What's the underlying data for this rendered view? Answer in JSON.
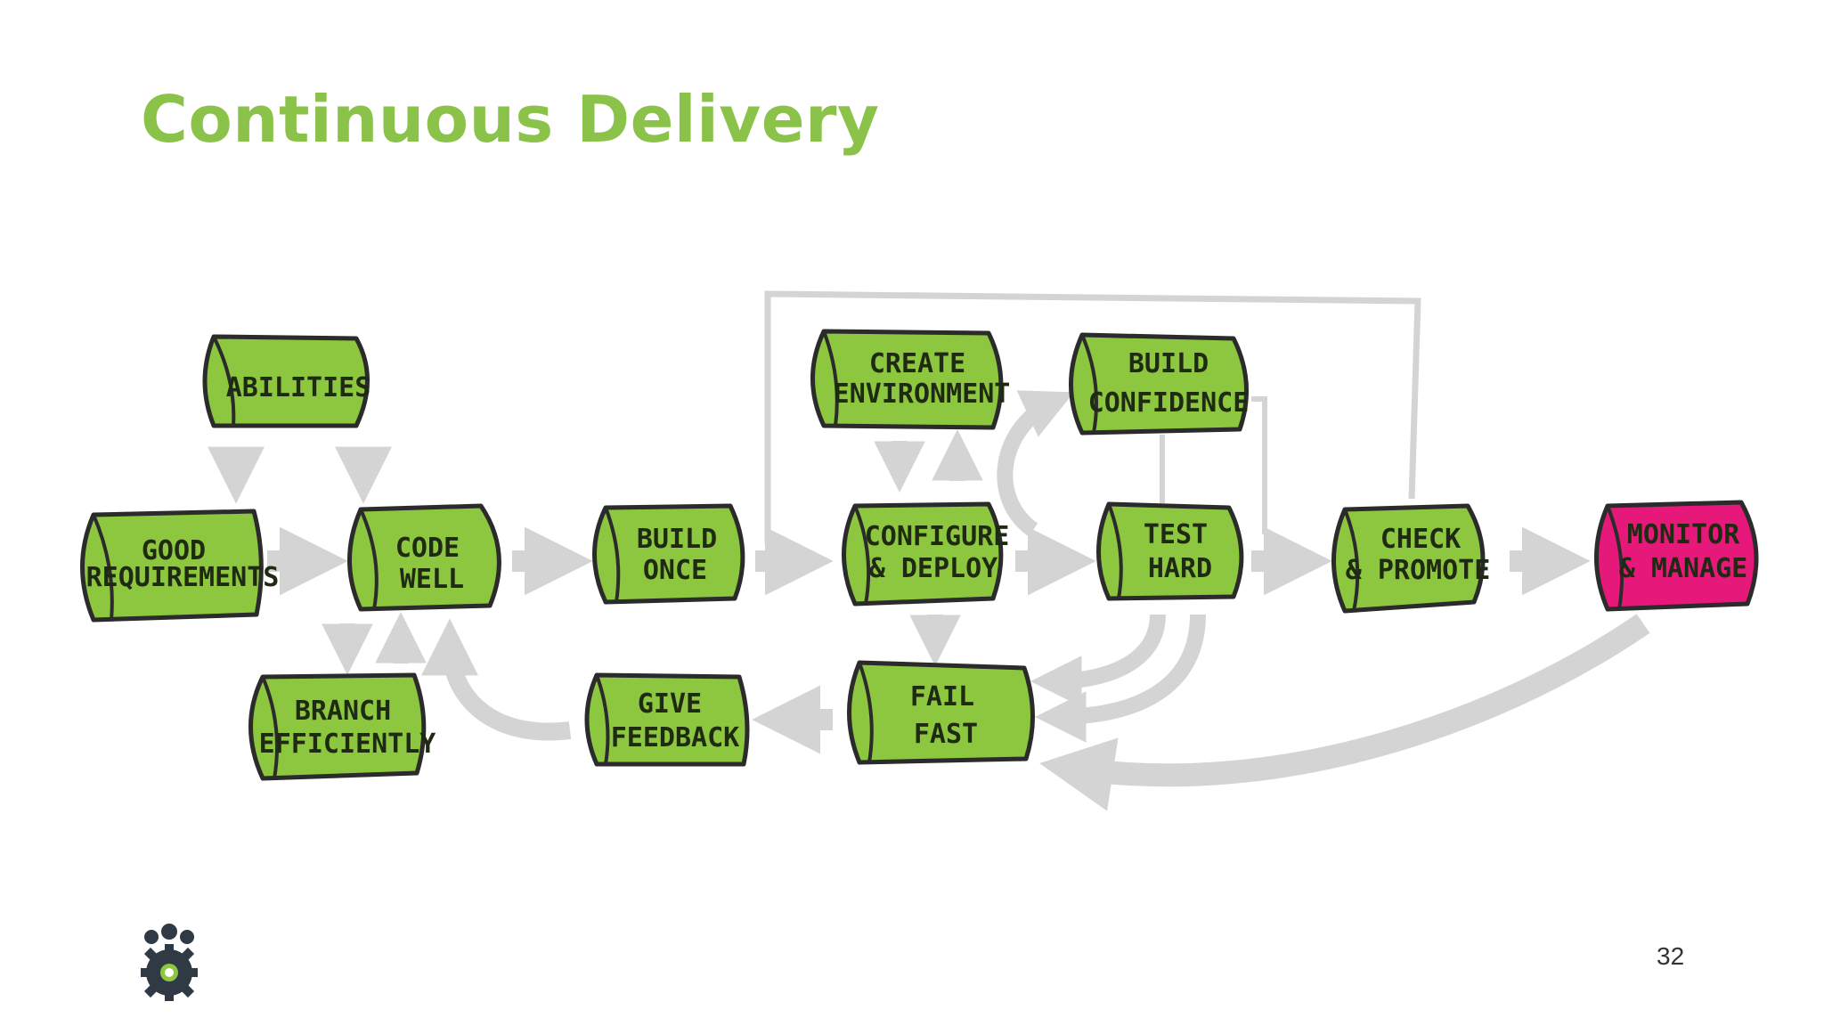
{
  "slide": {
    "title": "Continuous Delivery",
    "page_number": "32"
  },
  "colors": {
    "title": "#8bc34a",
    "node_fill": "#8dc63f",
    "node_highlight": "#e6197a",
    "node_stroke": "#2b2b2b",
    "arrow": "#d4d4d4"
  },
  "nodes": {
    "abilities": {
      "line1": "ABILITIES",
      "line2": ""
    },
    "good_requirements": {
      "line1": "GOOD",
      "line2": "REQUIREMENTS"
    },
    "code_well": {
      "line1": "CODE",
      "line2": "WELL"
    },
    "build_once": {
      "line1": "BUILD",
      "line2": "ONCE"
    },
    "create_environment": {
      "line1": "CREATE",
      "line2": "ENVIRONMENT"
    },
    "configure_deploy": {
      "line1": "CONFIGURE",
      "line2": "& DEPLOY"
    },
    "build_confidence": {
      "line1": "BUILD",
      "line2": "CONFIDENCE"
    },
    "test_hard": {
      "line1": "TEST",
      "line2": "HARD"
    },
    "check_promote": {
      "line1": "CHECK",
      "line2": "& PROMOTE"
    },
    "monitor_manage": {
      "line1": "MONITOR",
      "line2": "& MANAGE"
    },
    "branch_efficiently": {
      "line1": "BRANCH",
      "line2": "EFFICIENTLY"
    },
    "give_feedback": {
      "line1": "GIVE",
      "line2": "FEEDBACK"
    },
    "fail_fast": {
      "line1": "FAIL",
      "line2": "FAST"
    }
  }
}
